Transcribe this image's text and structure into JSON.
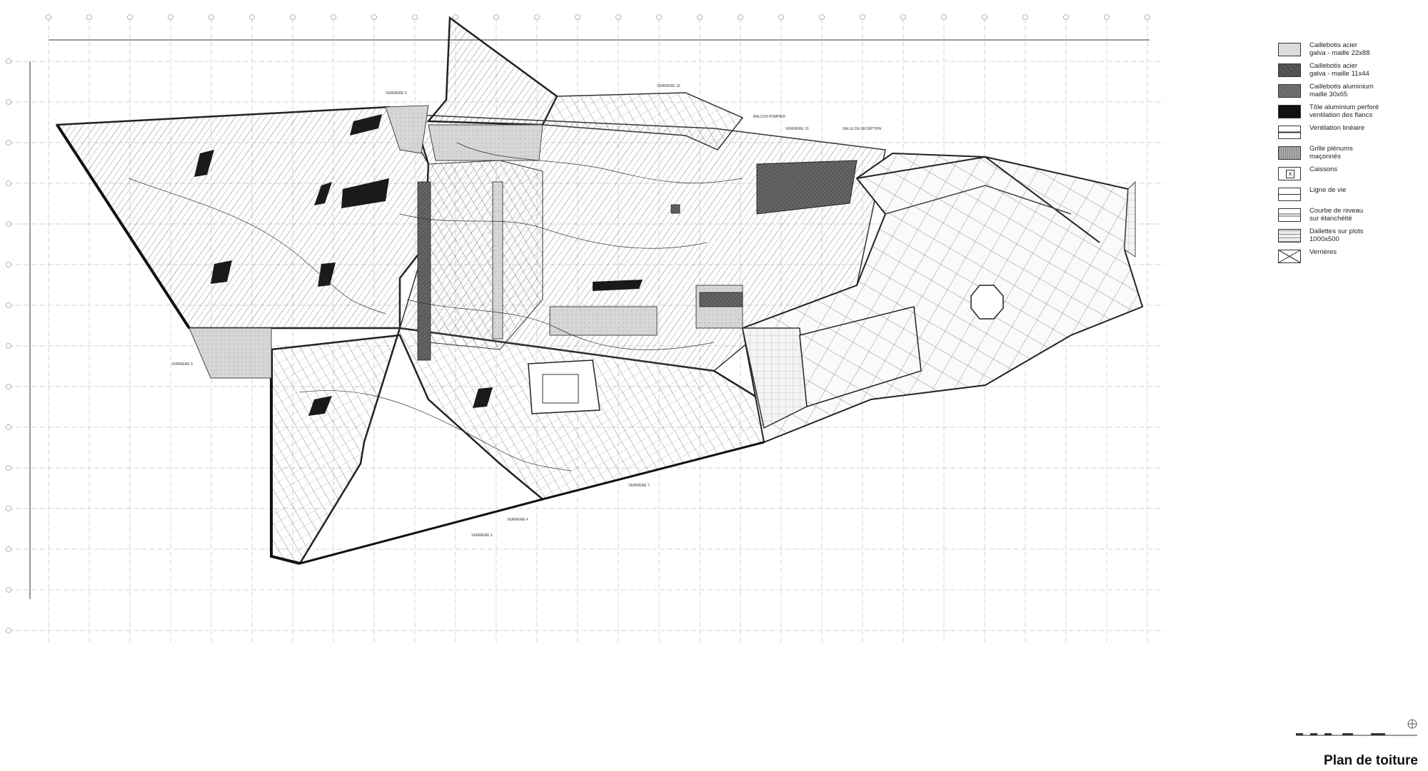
{
  "title": "Plan de toiture",
  "legend": [
    {
      "label": "Caillebotis acier\ngalva - maille 22x88",
      "swatch": "hatch-light"
    },
    {
      "label": "Caillebotis acier\ngalva - maille 11x44",
      "swatch": "dark-gray"
    },
    {
      "label": "Caillebotis aluminium\nmaille 30x65",
      "swatch": "dark-gray-fine"
    },
    {
      "label": "Tôle aluminium perforé\nventilation des flancs",
      "swatch": "black"
    },
    {
      "label": "Ventilation linéaire",
      "swatch": "line-arrow"
    },
    {
      "label": "Grille plénums\nmaçonnés",
      "swatch": "mid-gray"
    },
    {
      "label": "Caissons",
      "swatch": "box-x"
    },
    {
      "label": "Ligne de vie",
      "swatch": "line"
    },
    {
      "label": "Courbe de niveau\nsur étanchéité",
      "swatch": "double-line"
    },
    {
      "label": "Dallettes sur plots\n1000x500",
      "swatch": "grid"
    },
    {
      "label": "Verrières",
      "swatch": "cross"
    }
  ],
  "annotations": {
    "verriere_6": "VERRIERE 6",
    "verriere_10a": "VERRIERE 10",
    "verriere_10b": "VERRIERE 10",
    "verriere_9": "VERRIERE 9",
    "verriere_5": "VERRIERE 5",
    "verriere_4": "VERRIERE 4",
    "verriere_7": "VERRIERE 7",
    "balcon": "BALCON POMPIER",
    "salle": "SALLE DE RECEPTION"
  },
  "colors": {
    "ink": "#2a2a2a",
    "grid": "#bdbdbd",
    "dark": "#555555",
    "fill": "#d8d8d8"
  }
}
